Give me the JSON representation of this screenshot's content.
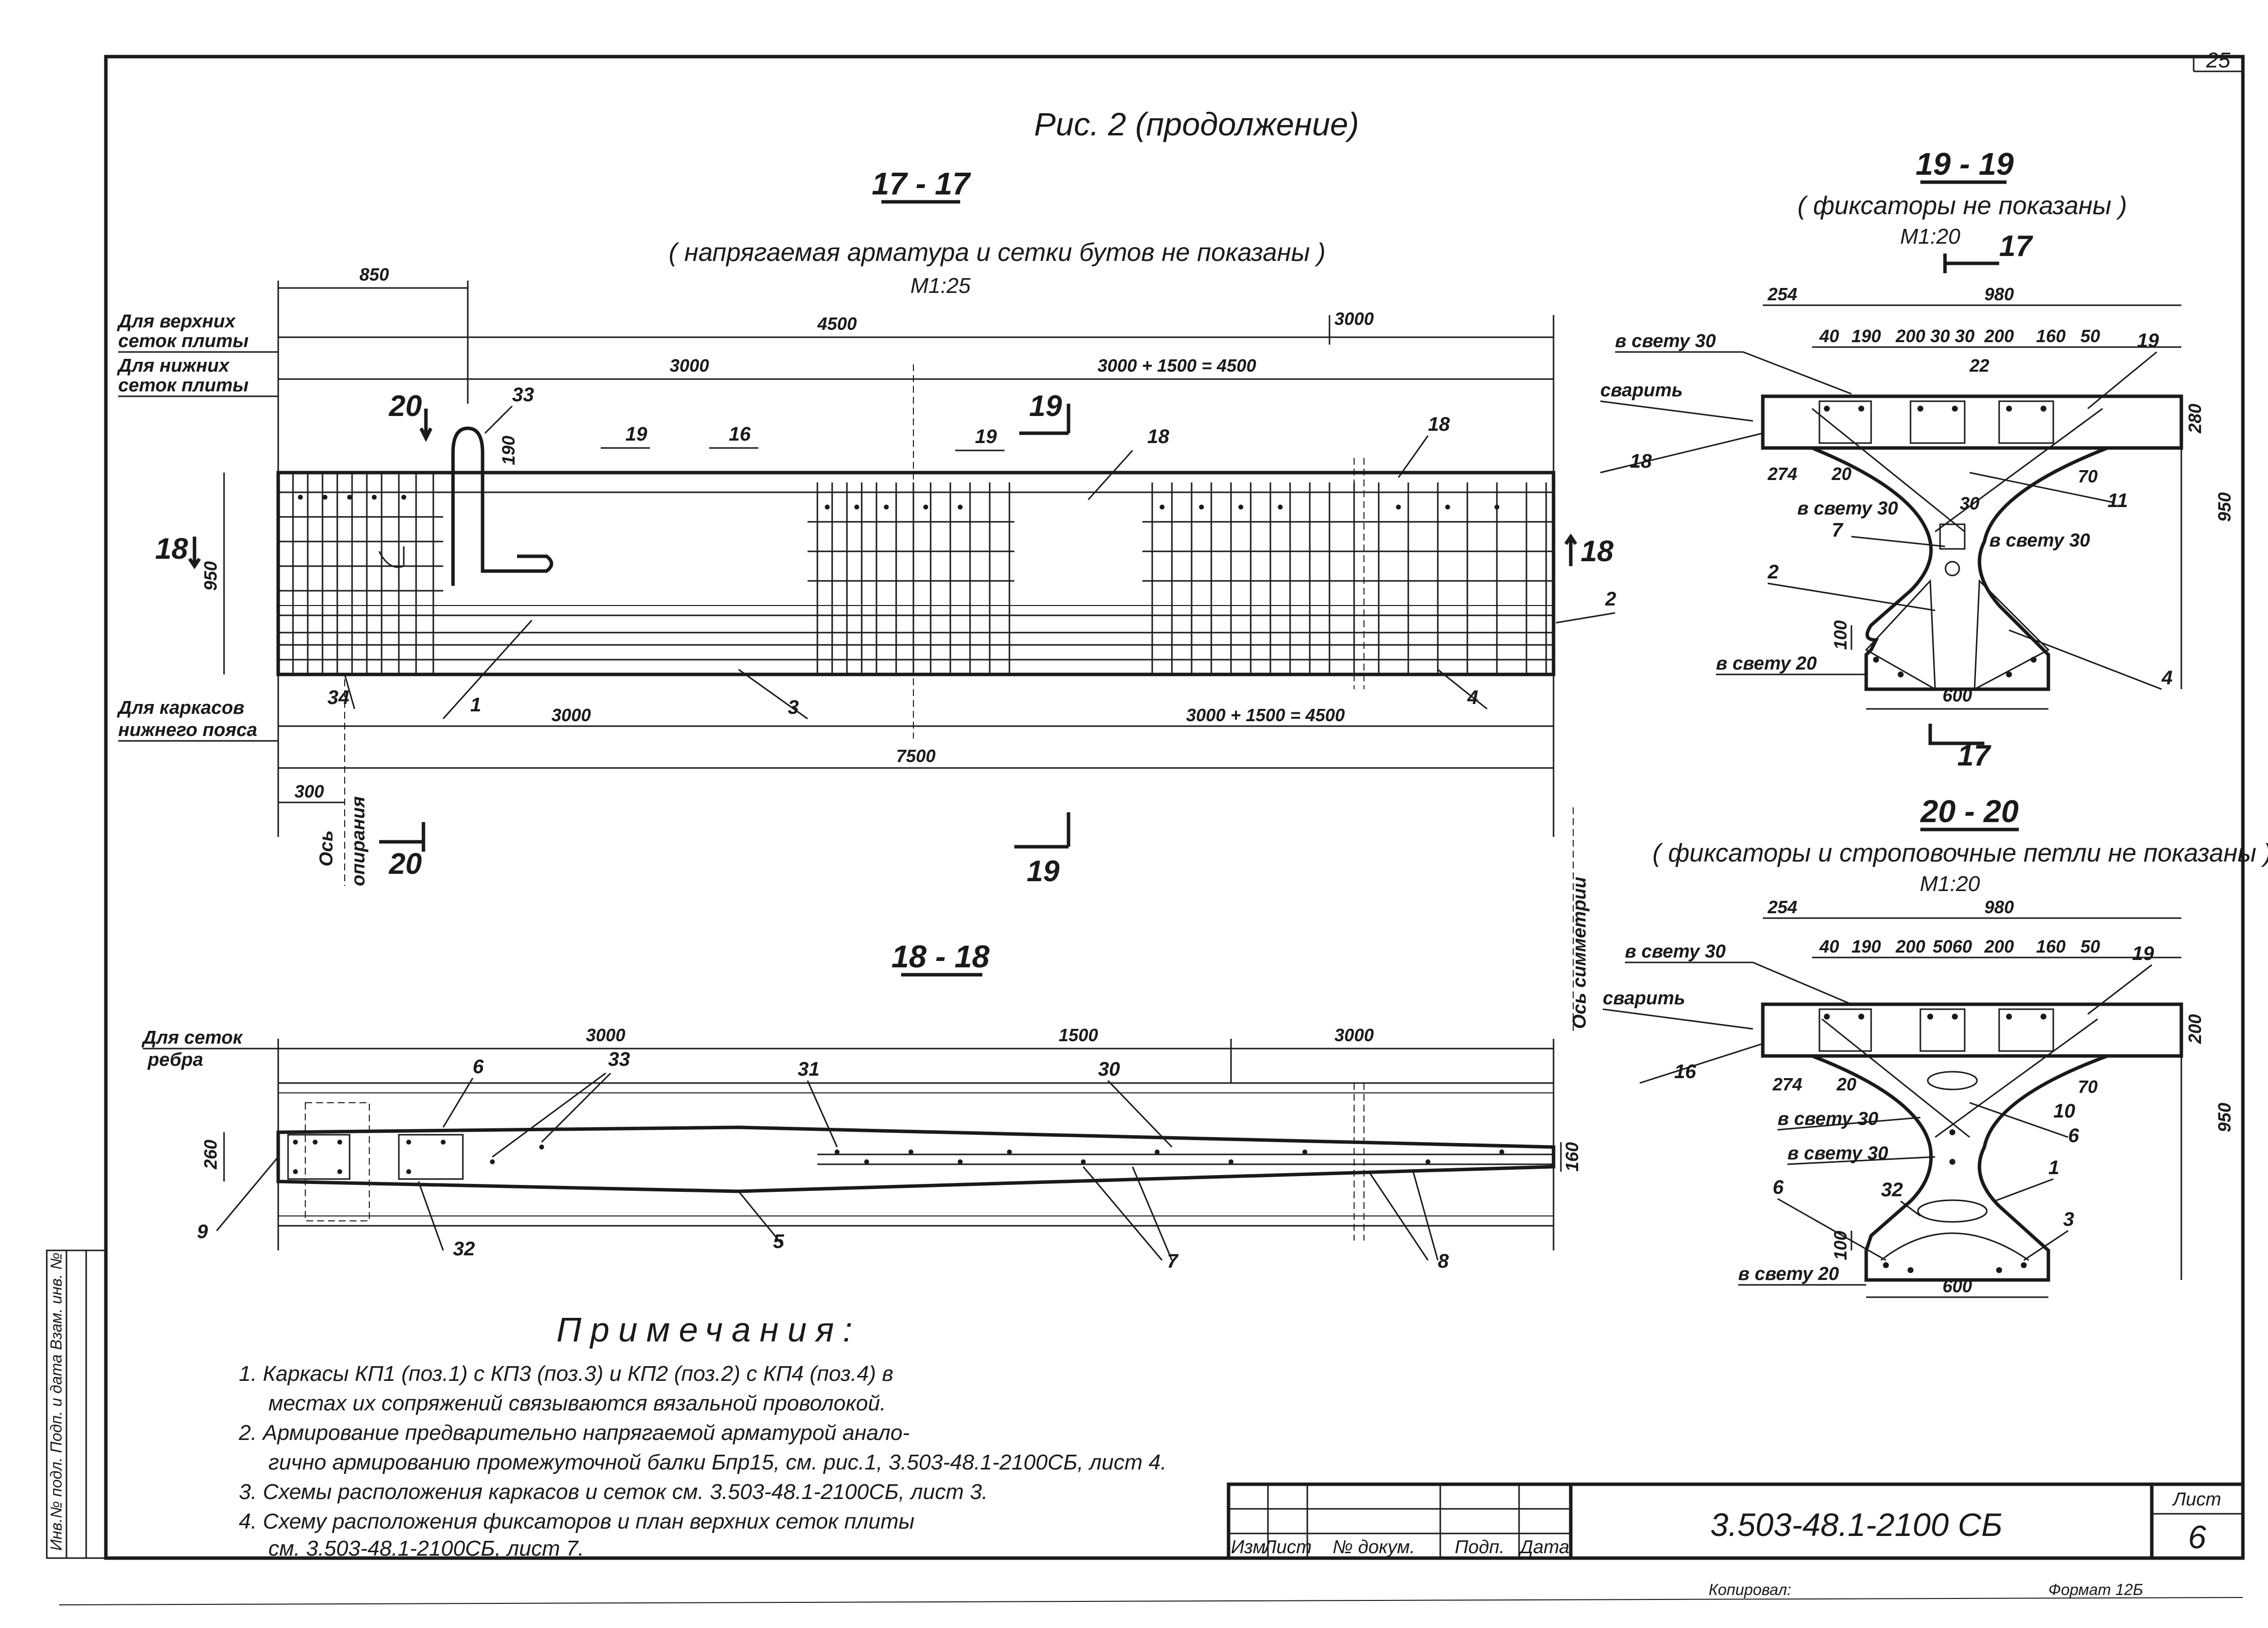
{
  "sheet": {
    "page_number_top": "25",
    "title": "Рис. 2 (продолжение)"
  },
  "section_17": {
    "title": "17 - 17",
    "subtitle": "( напрягаемая арматура и сетки бутов не показаны )",
    "scale": "М1:25",
    "labels": {
      "upper_meshes": "Для верхних",
      "upper_meshes_2": "сеток плиты",
      "lower_meshes": "Для нижних",
      "lower_meshes_2": "сеток плиты",
      "frames": "Для каркасов",
      "frames_2": "нижнего пояса",
      "support_axis": "Ось",
      "support_axis_2": "опирания",
      "symmetry_axis": "Ось симметрии"
    },
    "dims": {
      "d850": "850",
      "d4500": "4500",
      "d3000_top": "3000",
      "d3000_mid": "3000",
      "d3000_1500_top": "3000 + 1500 = 4500",
      "d190": "190",
      "d950": "950",
      "d3000_bottom": "3000",
      "d3000_1500_bottom": "3000 + 1500 = 4500",
      "d7500": "7500",
      "d300": "300"
    },
    "positions": {
      "p33": "33",
      "p19a": "19",
      "p16": "16",
      "p19b": "19",
      "p18a": "18",
      "p18b": "18",
      "p2": "2",
      "p1": "1",
      "p3": "3",
      "p4": "4",
      "p34": "34"
    },
    "cut_marks": {
      "m20_top": "20",
      "m19_top": "19",
      "m18_left": "18",
      "m18_right": "18",
      "m20_bottom": "20",
      "m19_bottom": "19"
    }
  },
  "section_18": {
    "title": "18 - 18",
    "labels": {
      "rib_meshes": "Для сеток",
      "rib_meshes_2": "ребра"
    },
    "dims": {
      "d3000": "3000",
      "d1500": "1500",
      "d3000b": "3000",
      "d260": "260",
      "d160": "160"
    },
    "positions": {
      "p6": "6",
      "p33": "33",
      "p31": "31",
      "p30": "30",
      "p9": "9",
      "p32": "32",
      "p5": "5",
      "p7": "7",
      "p8": "8"
    }
  },
  "section_19": {
    "title": "19 - 19",
    "subtitle": "( фиксаторы не показаны )",
    "scale": "М1:20",
    "cut_mark": "17",
    "cut_mark_bottom": "17",
    "dims": {
      "d254": "254",
      "d980": "980",
      "d40": "40",
      "d190": "190",
      "d200": "200",
      "d3030": "30 30",
      "d200b": "200",
      "d160": "160",
      "d50": "50",
      "d22": "22",
      "d280": "280",
      "d950": "950",
      "d274": "274",
      "d20": "20",
      "d70": "70",
      "d30": "30",
      "d100": "100",
      "d600": "600"
    },
    "labels": {
      "clear30": "в свету 30",
      "weld": "сварить",
      "clear30b": "в свету 30",
      "clear30c": "в свету 30",
      "clear20": "в свету 20"
    },
    "positions": {
      "p19": "19",
      "p18": "18",
      "p11": "11",
      "p7": "7",
      "p2": "2",
      "p4": "4"
    }
  },
  "section_20": {
    "title": "20 - 20",
    "subtitle": "( фиксаторы и строповочные петли не показаны )",
    "scale": "М1:20",
    "dims": {
      "d254": "254",
      "d980": "980",
      "d40": "40",
      "d190": "190",
      "d200": "200",
      "d5060": "5060",
      "d200b": "200",
      "d160": "160",
      "d50": "50",
      "d200c": "200",
      "d950": "950",
      "d274": "274",
      "d20": "20",
      "d70": "70",
      "d100": "100",
      "d600": "600"
    },
    "labels": {
      "clear30": "в свету 30",
      "weld": "сварить",
      "clear30b": "в свету 30",
      "clear30c": "в свету 30",
      "clear20": "в свету 20"
    },
    "positions": {
      "p19": "19",
      "p16": "16",
      "p10": "10",
      "p6": "6",
      "p1": "1",
      "p6b": "6",
      "p32": "32",
      "p3": "3"
    }
  },
  "notes": {
    "heading": "Примечания:",
    "items": [
      "1. Каркасы КП1 (поз.1) с КП3 (поз.3) и КП2 (поз.2) с КП4 (поз.4) в",
      "местах их сопряжений связываются вязальной проволокой.",
      "2. Армирование предварительно напрягаемой арматурой анало-",
      "гично армированию промежуточной балки Бпр15, см. рис.1, 3.503-48.1-2100СБ, лист 4.",
      "3. Схемы расположения каркасов и сеток см. 3.503-48.1-2100СБ, лист 3.",
      "4. Схему расположения фиксаторов и план верхних сеток плиты",
      "см. 3.503-48.1-2100СБ, лист 7."
    ]
  },
  "title_block": {
    "headers": [
      "Изм",
      "Лист",
      "№ докум.",
      "Подп.",
      "Дата"
    ],
    "code": "3.503-48.1-2100 СБ",
    "sheet_label": "Лист",
    "sheet_number": "6"
  },
  "footer": {
    "copied": "Копировал:",
    "format": "Формат 12Б"
  },
  "margin_stamp": "Инв.№ подл.  Подп. и дата  Взам. инв. №"
}
